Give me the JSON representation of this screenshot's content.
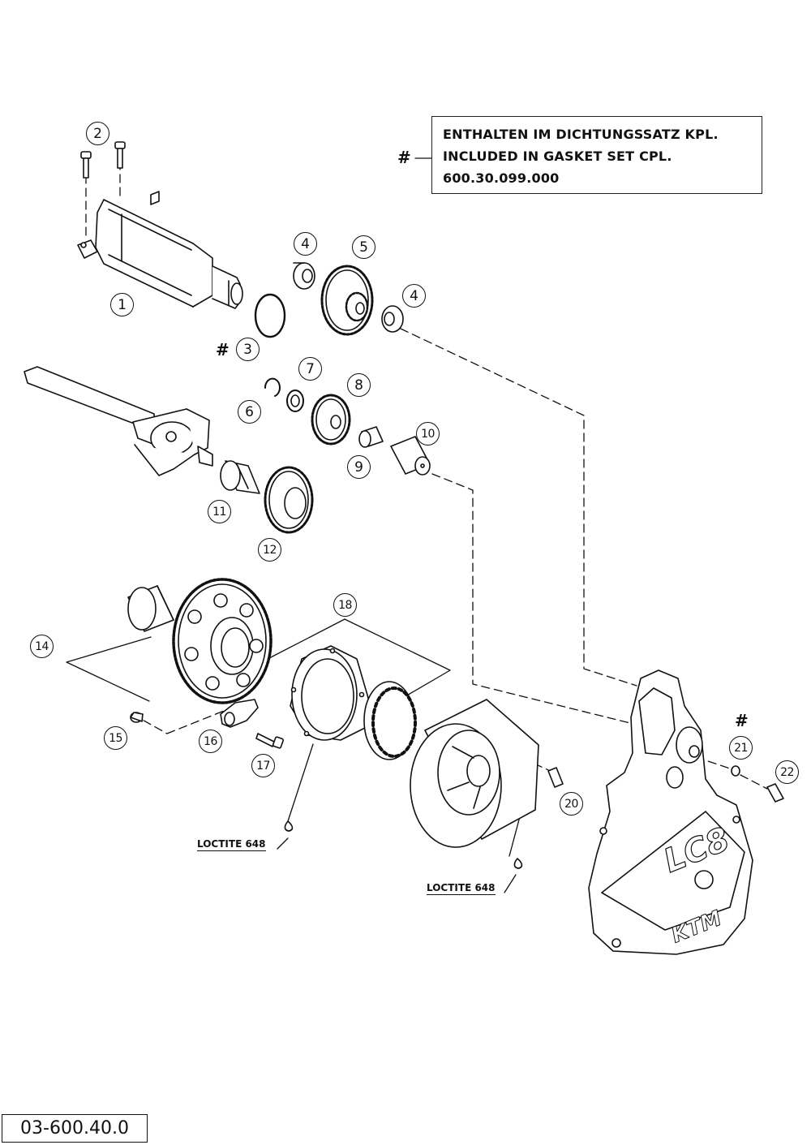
{
  "note": {
    "symbol": "#",
    "lines": [
      "ENTHALTEN IM DICHTUNGSSATZ KPL.",
      "INCLUDED IN GASKET SET CPL.",
      "600.30.099.000"
    ]
  },
  "callouts": {
    "c1": "1",
    "c2": "2",
    "c3": "3",
    "c4a": "4",
    "c4b": "4",
    "c5": "5",
    "c6": "6",
    "c7": "7",
    "c8": "8",
    "c9": "9",
    "c10": "10",
    "c11": "11",
    "c12": "12",
    "c14": "14",
    "c15": "15",
    "c16": "16",
    "c17": "17",
    "c18": "18",
    "c20": "20",
    "c21": "21",
    "c22": "22"
  },
  "gasket_marks": {
    "m3": "#",
    "m21": "#"
  },
  "loctite": {
    "left": "LOCTITE 648",
    "right": "LOCTITE 648"
  },
  "cover_logo": {
    "model": "LC8",
    "brand": "KTM"
  },
  "drawing_code": "03-600.40.0"
}
